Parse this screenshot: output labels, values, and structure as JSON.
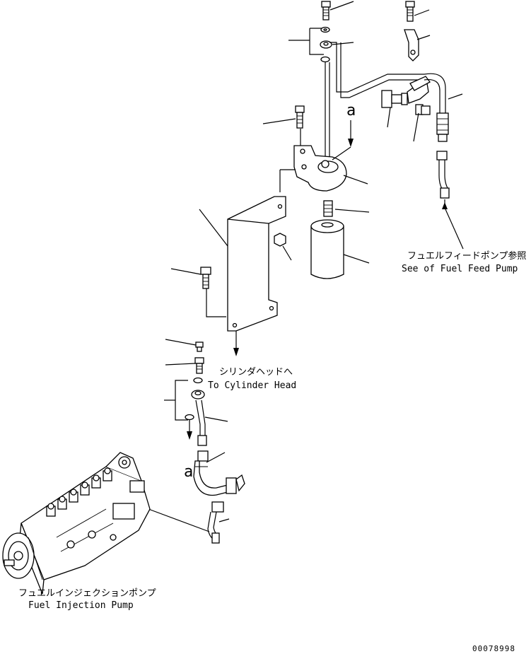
{
  "labels": {
    "feed_pump_jp": "フュエルフィードポンプ参照",
    "feed_pump_en": "See of Fuel Feed Pump",
    "cyl_head_jp": "シリンダヘッドへ",
    "cyl_head_en": "To Cylinder Head",
    "inj_pump_jp": "フュエルインジェクションポンプ",
    "inj_pump_en": "Fuel Injection Pump",
    "ref_mark_upper": "a",
    "ref_mark_lower": "a",
    "drawing_number": "00078998"
  }
}
